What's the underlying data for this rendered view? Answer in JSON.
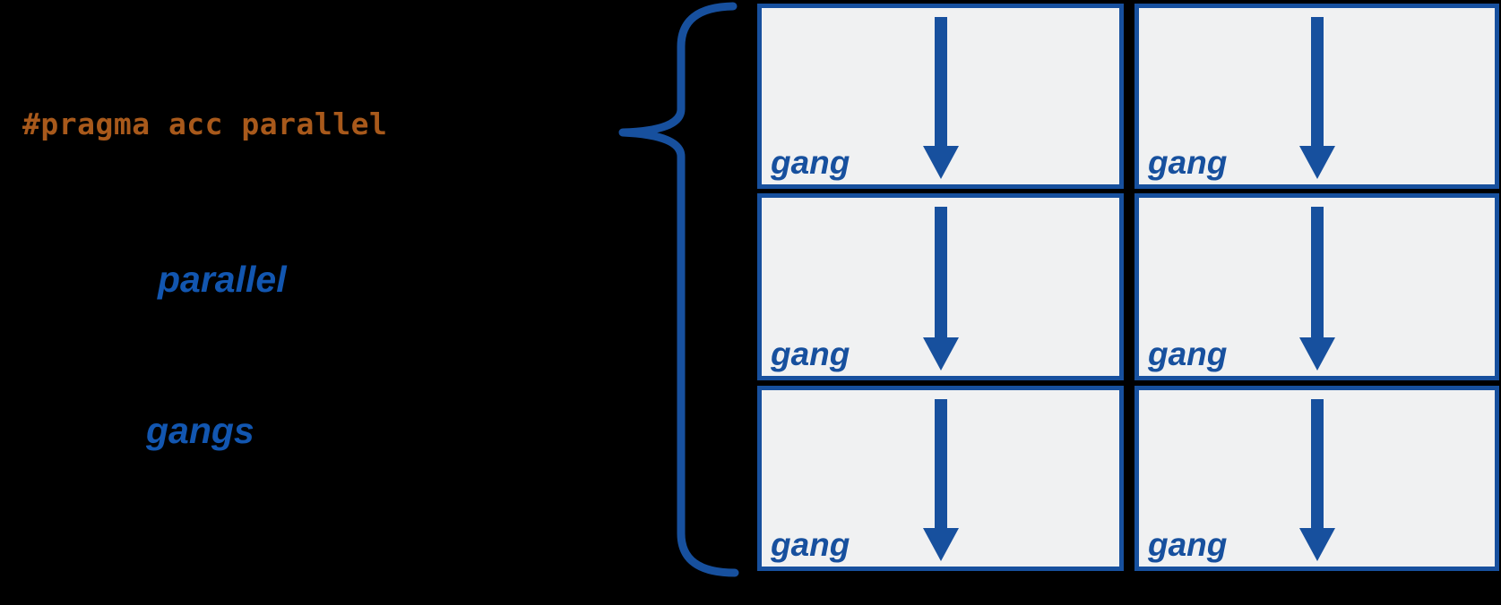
{
  "diagram": {
    "code_annotation": {
      "text": "#pragma acc parallel",
      "color": "#A8591B"
    },
    "headings": {
      "primary": "parallel",
      "secondary": "gangs",
      "color": "#1256B0"
    },
    "brace": {
      "icon": "left-curly-brace",
      "color": "#17509E"
    },
    "grid": {
      "rows": 3,
      "columns": 2,
      "box_fill": "#F0F1F2",
      "box_border_color": "#17509E",
      "cell_arrow_icon": "arrow-down",
      "cells": [
        {
          "label": "gang"
        },
        {
          "label": "gang"
        },
        {
          "label": "gang"
        },
        {
          "label": "gang"
        },
        {
          "label": "gang"
        },
        {
          "label": "gang"
        }
      ]
    },
    "background_color": "#000000"
  }
}
